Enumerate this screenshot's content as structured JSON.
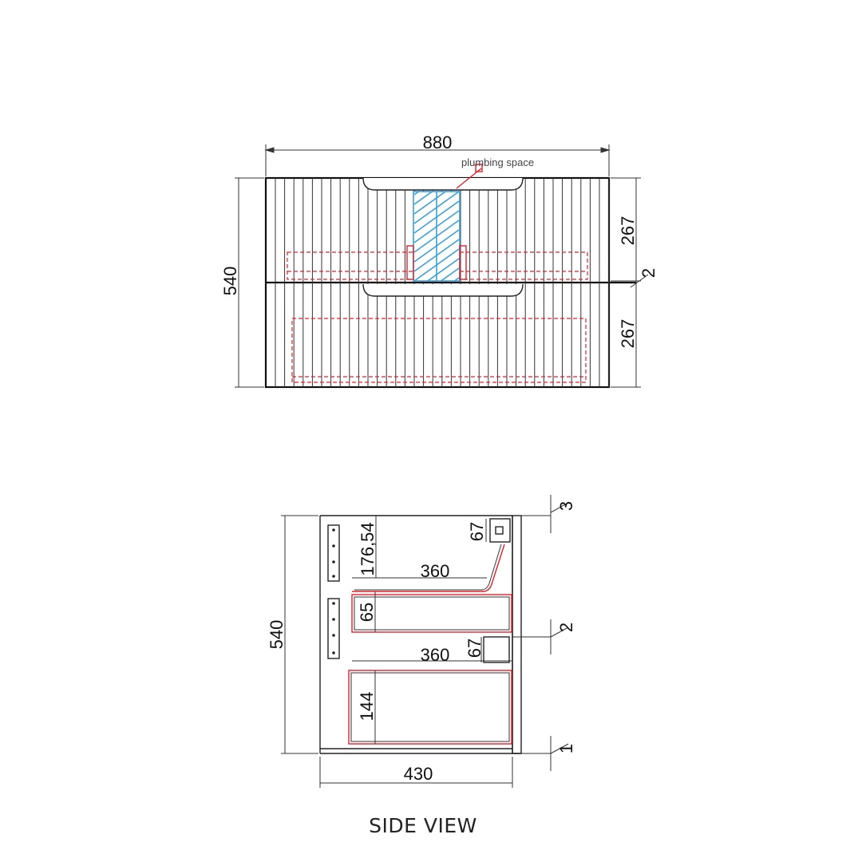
{
  "front_view": {
    "width_label": "880",
    "height_label": "540",
    "upper_drawer_label": "267",
    "gap_label": "2",
    "lower_drawer_label": "267",
    "plumbing_label": "plumbing space"
  },
  "side_view": {
    "caption": "SIDE VIEW",
    "height_label": "540",
    "depth_label": "430",
    "drawer_depth_top_label": "360",
    "drawer_depth_bottom_label": "360",
    "top_offset_label": "176,54",
    "upper_drawer_height_label": "65",
    "lower_drawer_height_label": "144",
    "handle_top_label": "67",
    "handle_mid_label": "67",
    "gap_top_label": "3",
    "gap_mid_label": "2",
    "gap_bottom_label": "1"
  },
  "colors": {
    "line": "#222222",
    "red_drawer": "#e0202a",
    "plumbing_blue": "#3aa0d8"
  }
}
